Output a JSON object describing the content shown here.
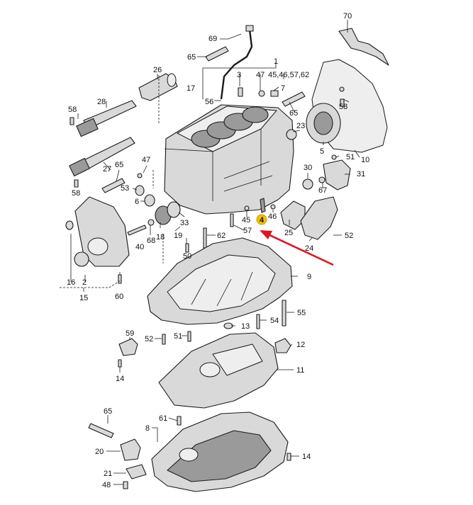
{
  "callouts": {
    "c70": "70",
    "c69": "69",
    "c65a": "65",
    "c1": "1",
    "c26": "26",
    "c3": "3",
    "c47a": "47",
    "c45set": "45,46,57,62",
    "c17": "17",
    "c7": "7",
    "c28": "28",
    "c56": "56",
    "c58a": "58",
    "c58b": "58",
    "c65b": "65",
    "c23": "23",
    "c5": "5",
    "c10": "10",
    "c51a": "51",
    "c47b": "47",
    "c27": "27",
    "c65c": "65",
    "c30": "30",
    "c31": "31",
    "c58c": "58",
    "c53": "53",
    "c67": "67",
    "c6": "6",
    "c45": "45",
    "c46": "46",
    "c4": "4",
    "c57": "57",
    "c33": "33",
    "c25": "25",
    "c52a": "52",
    "c40": "40",
    "c68": "68",
    "c18": "18",
    "c19": "19",
    "c62": "62",
    "c24": "24",
    "c50": "50",
    "c9": "9",
    "c16": "16",
    "c2": "2",
    "c15": "15",
    "c60": "60",
    "c55": "55",
    "c13": "13",
    "c54": "54",
    "c59": "59",
    "c52b": "52",
    "c51b": "51",
    "c12": "12",
    "c11": "11",
    "c14a": "14",
    "c65d": "65",
    "c61": "61",
    "c8": "8",
    "c20": "20",
    "c14b": "14",
    "c21": "21",
    "c48": "48"
  },
  "highlight": {
    "part_number": "4",
    "color": "#f2c200"
  },
  "arrow_color": "#e0141e"
}
